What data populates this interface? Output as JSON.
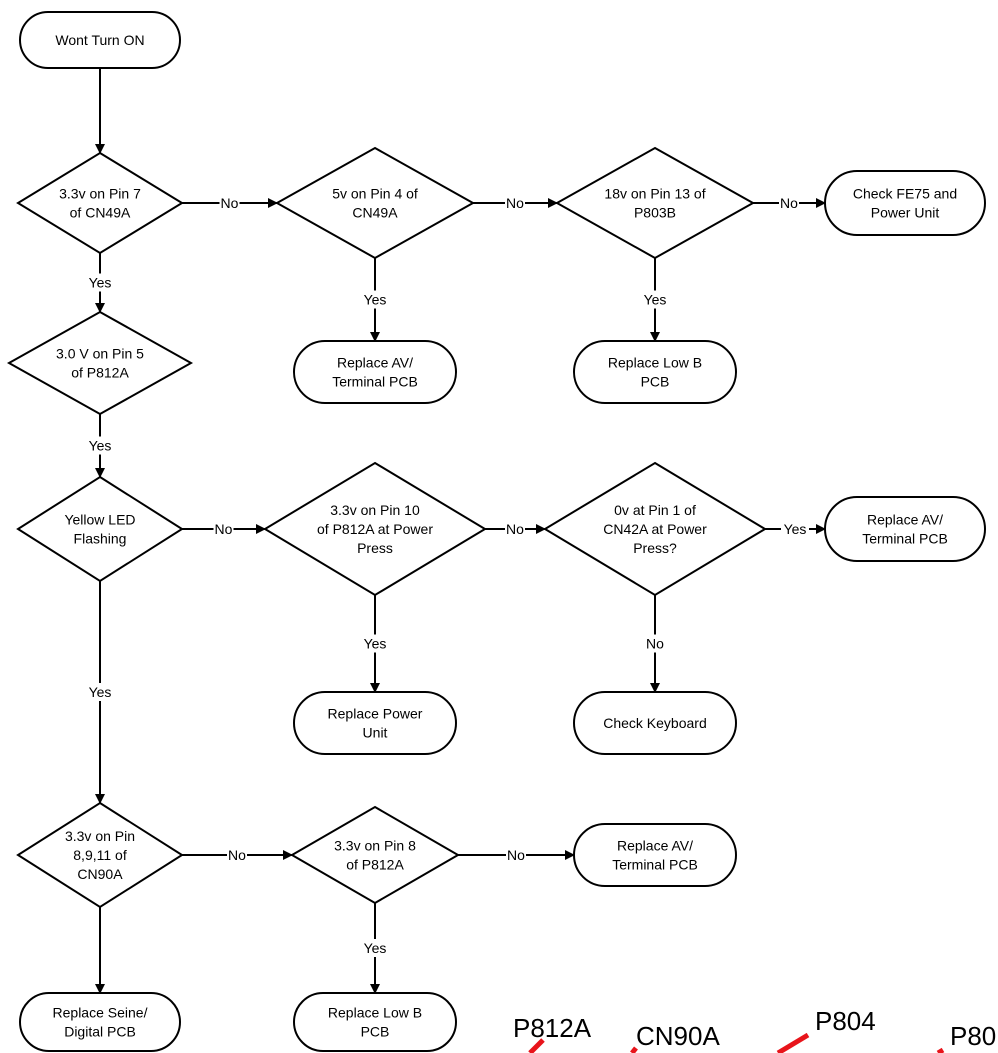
{
  "nodes": [
    {
      "id": "start",
      "shape": "terminal",
      "lines": [
        "Wont Turn ON"
      ]
    },
    {
      "id": "d1",
      "shape": "decision",
      "lines": [
        "3.3v on Pin 7",
        "of CN49A"
      ]
    },
    {
      "id": "d2",
      "shape": "decision",
      "lines": [
        "5v on Pin 4 of",
        "CN49A"
      ]
    },
    {
      "id": "d3",
      "shape": "decision",
      "lines": [
        "18v on Pin 13 of",
        "P803B"
      ]
    },
    {
      "id": "t1",
      "shape": "terminal",
      "lines": [
        "Check FE75 and",
        "Power Unit"
      ]
    },
    {
      "id": "t2",
      "shape": "terminal",
      "lines": [
        "Replace AV/",
        "Terminal PCB"
      ]
    },
    {
      "id": "t3",
      "shape": "terminal",
      "lines": [
        "Replace Low B",
        "PCB"
      ]
    },
    {
      "id": "d4",
      "shape": "decision",
      "lines": [
        "3.0 V on Pin 5",
        "of P812A"
      ]
    },
    {
      "id": "d5",
      "shape": "decision",
      "lines": [
        "Yellow LED",
        "Flashing"
      ]
    },
    {
      "id": "d6",
      "shape": "decision",
      "lines": [
        "3.3v on Pin 10",
        "of P812A at Power",
        "Press"
      ]
    },
    {
      "id": "d7",
      "shape": "decision",
      "lines": [
        "0v at Pin 1 of",
        "CN42A at Power",
        "Press?"
      ]
    },
    {
      "id": "t4",
      "shape": "terminal",
      "lines": [
        "Replace AV/",
        "Terminal PCB"
      ]
    },
    {
      "id": "t5",
      "shape": "terminal",
      "lines": [
        "Replace Power",
        "Unit"
      ]
    },
    {
      "id": "t6",
      "shape": "terminal",
      "lines": [
        "Check Keyboard"
      ]
    },
    {
      "id": "d8",
      "shape": "decision",
      "lines": [
        "3.3v on Pin",
        "8,9,11 of",
        "CN90A"
      ]
    },
    {
      "id": "d9",
      "shape": "decision",
      "lines": [
        "3.3v on Pin 8",
        "of P812A"
      ]
    },
    {
      "id": "t7",
      "shape": "terminal",
      "lines": [
        "Replace AV/",
        "Terminal PCB"
      ]
    },
    {
      "id": "t8",
      "shape": "terminal",
      "lines": [
        "Replace Seine/",
        "Digital PCB"
      ]
    },
    {
      "id": "t9",
      "shape": "terminal",
      "lines": [
        "Replace Low B",
        "PCB"
      ]
    }
  ],
  "edges": [
    {
      "from": "start",
      "to": "d1",
      "label": ""
    },
    {
      "from": "d1",
      "to": "d2",
      "label": "No"
    },
    {
      "from": "d2",
      "to": "d3",
      "label": "No"
    },
    {
      "from": "d3",
      "to": "t1",
      "label": "No"
    },
    {
      "from": "d2",
      "to": "t2",
      "label": "Yes"
    },
    {
      "from": "d3",
      "to": "t3",
      "label": "Yes"
    },
    {
      "from": "d1",
      "to": "d4",
      "label": "Yes"
    },
    {
      "from": "d4",
      "to": "d5",
      "label": "Yes"
    },
    {
      "from": "d5",
      "to": "d6",
      "label": "No"
    },
    {
      "from": "d6",
      "to": "d7",
      "label": "No"
    },
    {
      "from": "d7",
      "to": "t4",
      "label": "Yes"
    },
    {
      "from": "d6",
      "to": "t5",
      "label": "Yes"
    },
    {
      "from": "d7",
      "to": "t6",
      "label": "No"
    },
    {
      "from": "d5",
      "to": "d8",
      "label": "Yes"
    },
    {
      "from": "d8",
      "to": "d9",
      "label": "No"
    },
    {
      "from": "d9",
      "to": "t7",
      "label": "No"
    },
    {
      "from": "d8",
      "to": "t8",
      "label": ""
    },
    {
      "from": "d9",
      "to": "t9",
      "label": "Yes"
    }
  ],
  "photo_labels": [
    "P812A",
    "CN90A",
    "P804",
    "P80"
  ],
  "colors": {
    "line": "#000000",
    "pointer": "#e8141b"
  }
}
